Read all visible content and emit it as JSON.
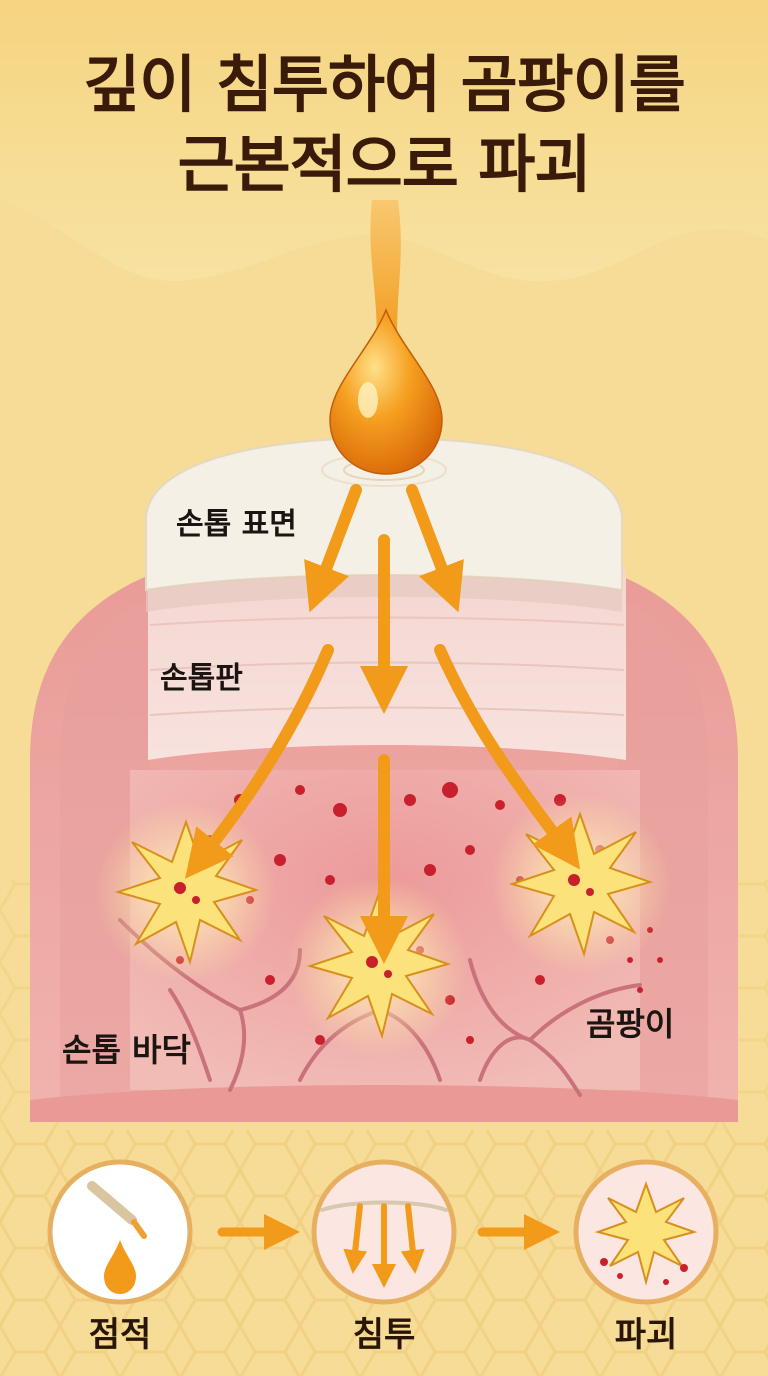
{
  "title": {
    "line1": "깊이 침투하여 곰팡이를",
    "line2": "근본적으로 파괴"
  },
  "labels": {
    "nail_surface": "손톱 표면",
    "nail_plate": "손톱판",
    "nail_bed": "손톱 바닥",
    "fungus": "곰팡이"
  },
  "steps": [
    {
      "label": "점적",
      "icon": "dropper-icon"
    },
    {
      "label": "침투",
      "icon": "penetration-icon"
    },
    {
      "label": "파괴",
      "icon": "burst-icon"
    }
  ],
  "colors": {
    "background": "#f6dc96",
    "drop": "#f08a12",
    "arrow": "#f5a020",
    "skin": "#eeaaa6",
    "nail_plate": "#f6dcd8",
    "nail_surface": "#f4f0e6",
    "fungus": "#c8202c",
    "title": "#3a1a08"
  }
}
